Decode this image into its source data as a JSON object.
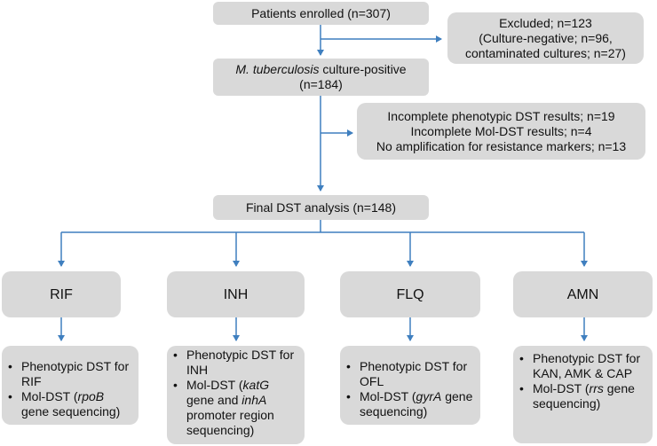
{
  "enrolled": "Patients enrolled (n=307)",
  "excluded": {
    "line1": "Excluded; n=123",
    "line2": "(Culture-negative; n=96,",
    "line3": "contaminated cultures; n=27)"
  },
  "culture_positive": {
    "species": "M. tuberculosis",
    "rest": " culture-positive",
    "count": "(n=184)"
  },
  "incomplete": {
    "line1": "Incomplete phenotypic DST results; n=19",
    "line2": "Incomplete Mol-DST results; n=4",
    "line3": "No amplification for resistance markers; n=13"
  },
  "final": "Final DST analysis (n=148)",
  "drugs": {
    "rif": "RIF",
    "inh": "INH",
    "flq": "FLQ",
    "amn": "AMN"
  },
  "methods": {
    "rif": {
      "b1": "Phenotypic DST for RIF",
      "b2_pre": "Mol-DST (",
      "b2_gene": "rpoB",
      "b2_post": " gene sequencing)"
    },
    "inh": {
      "b1": "Phenotypic DST for INH",
      "b2_pre": "Mol-DST (",
      "b2_gene": "katG",
      "b2_mid": " gene and ",
      "b2_gene2": "inhA",
      "b2_post": " promoter region sequencing)"
    },
    "flq": {
      "b1": "Phenotypic DST for OFL",
      "b2_pre": "Mol-DST (",
      "b2_gene": "gyrA",
      "b2_post": " gene sequencing)"
    },
    "amn": {
      "b1": "Phenotypic DST for KAN, AMK & CAP",
      "b2_pre": "Mol-DST (",
      "b2_gene": "rrs",
      "b2_post": " gene sequencing)"
    }
  },
  "colors": {
    "box_fill": "#d9d9d9",
    "connector": "#3f7fbf"
  }
}
